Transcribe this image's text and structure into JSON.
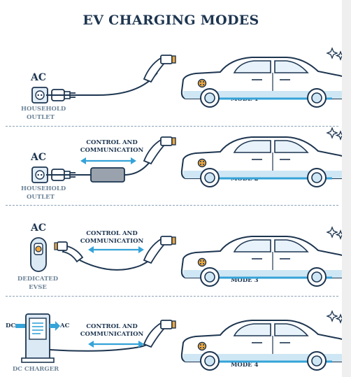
{
  "title": "EV CHARGING MODES",
  "colors": {
    "navy": "#1d3550",
    "blue": "#35a3d8",
    "orange": "#f2a83b",
    "gray_label": "#6f8598"
  },
  "modes": [
    {
      "mode_label": "MODE 1",
      "power_label": "AC",
      "source_label": "HOUSEHOLD OUTLET",
      "link_label": ""
    },
    {
      "mode_label": "MODE 2",
      "power_label": "AC",
      "source_label": "HOUSEHOLD OUTLET",
      "link_label": "CONTROL AND COMMUNICATION"
    },
    {
      "mode_label": "MODE 3",
      "power_label": "AC",
      "source_label": "DEDICATED EVSE",
      "link_label": "CONTROL AND COMMUNICATION"
    },
    {
      "mode_label": "MODE 4",
      "power_label": "",
      "source_label": "DC CHARGER",
      "link_label": "CONTROL AND COMMUNICATION",
      "dc_in": "DC",
      "dc_out": "AC"
    }
  ]
}
